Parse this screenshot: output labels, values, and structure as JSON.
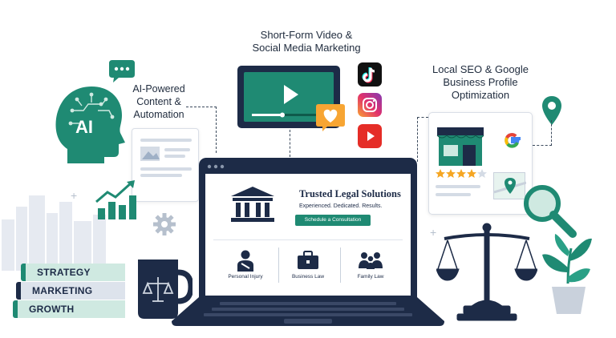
{
  "callouts": {
    "ai": [
      "AI-Powered",
      "Content &",
      "Automation"
    ],
    "video": [
      "Short-Form Video &",
      "Social Media Marketing"
    ],
    "seo": [
      "Local SEO & Google",
      "Business Profile",
      "Optimization"
    ]
  },
  "ai_head_text": "AI",
  "website": {
    "title": "Trusted Legal Solutions",
    "subtitle": "Experienced. Dedicated. Results.",
    "cta": "Schedule a Consultation",
    "services": [
      "Personal Injury",
      "Business Law",
      "Family Law"
    ]
  },
  "books": [
    "STRATEGY",
    "MARKETING",
    "GROWTH"
  ],
  "colors": {
    "teal": "#1f8a73",
    "navy": "#1d2b47",
    "mint": "#cfe9e1",
    "star": "#f5a623"
  },
  "icons": [
    "chat-bubble-icon",
    "ai-head-icon",
    "video-player-icon",
    "tiktok-icon",
    "instagram-icon",
    "youtube-icon",
    "heart-icon",
    "map-pin-icon",
    "google-icon",
    "storefront-icon",
    "star-rating-icon",
    "magnifier-icon",
    "bar-chart-icon",
    "gear-icon",
    "courthouse-icon",
    "injury-person-icon",
    "briefcase-icon",
    "family-icon",
    "scales-of-justice-icon",
    "mug-icon",
    "plant-icon",
    "city-skyline-icon"
  ]
}
